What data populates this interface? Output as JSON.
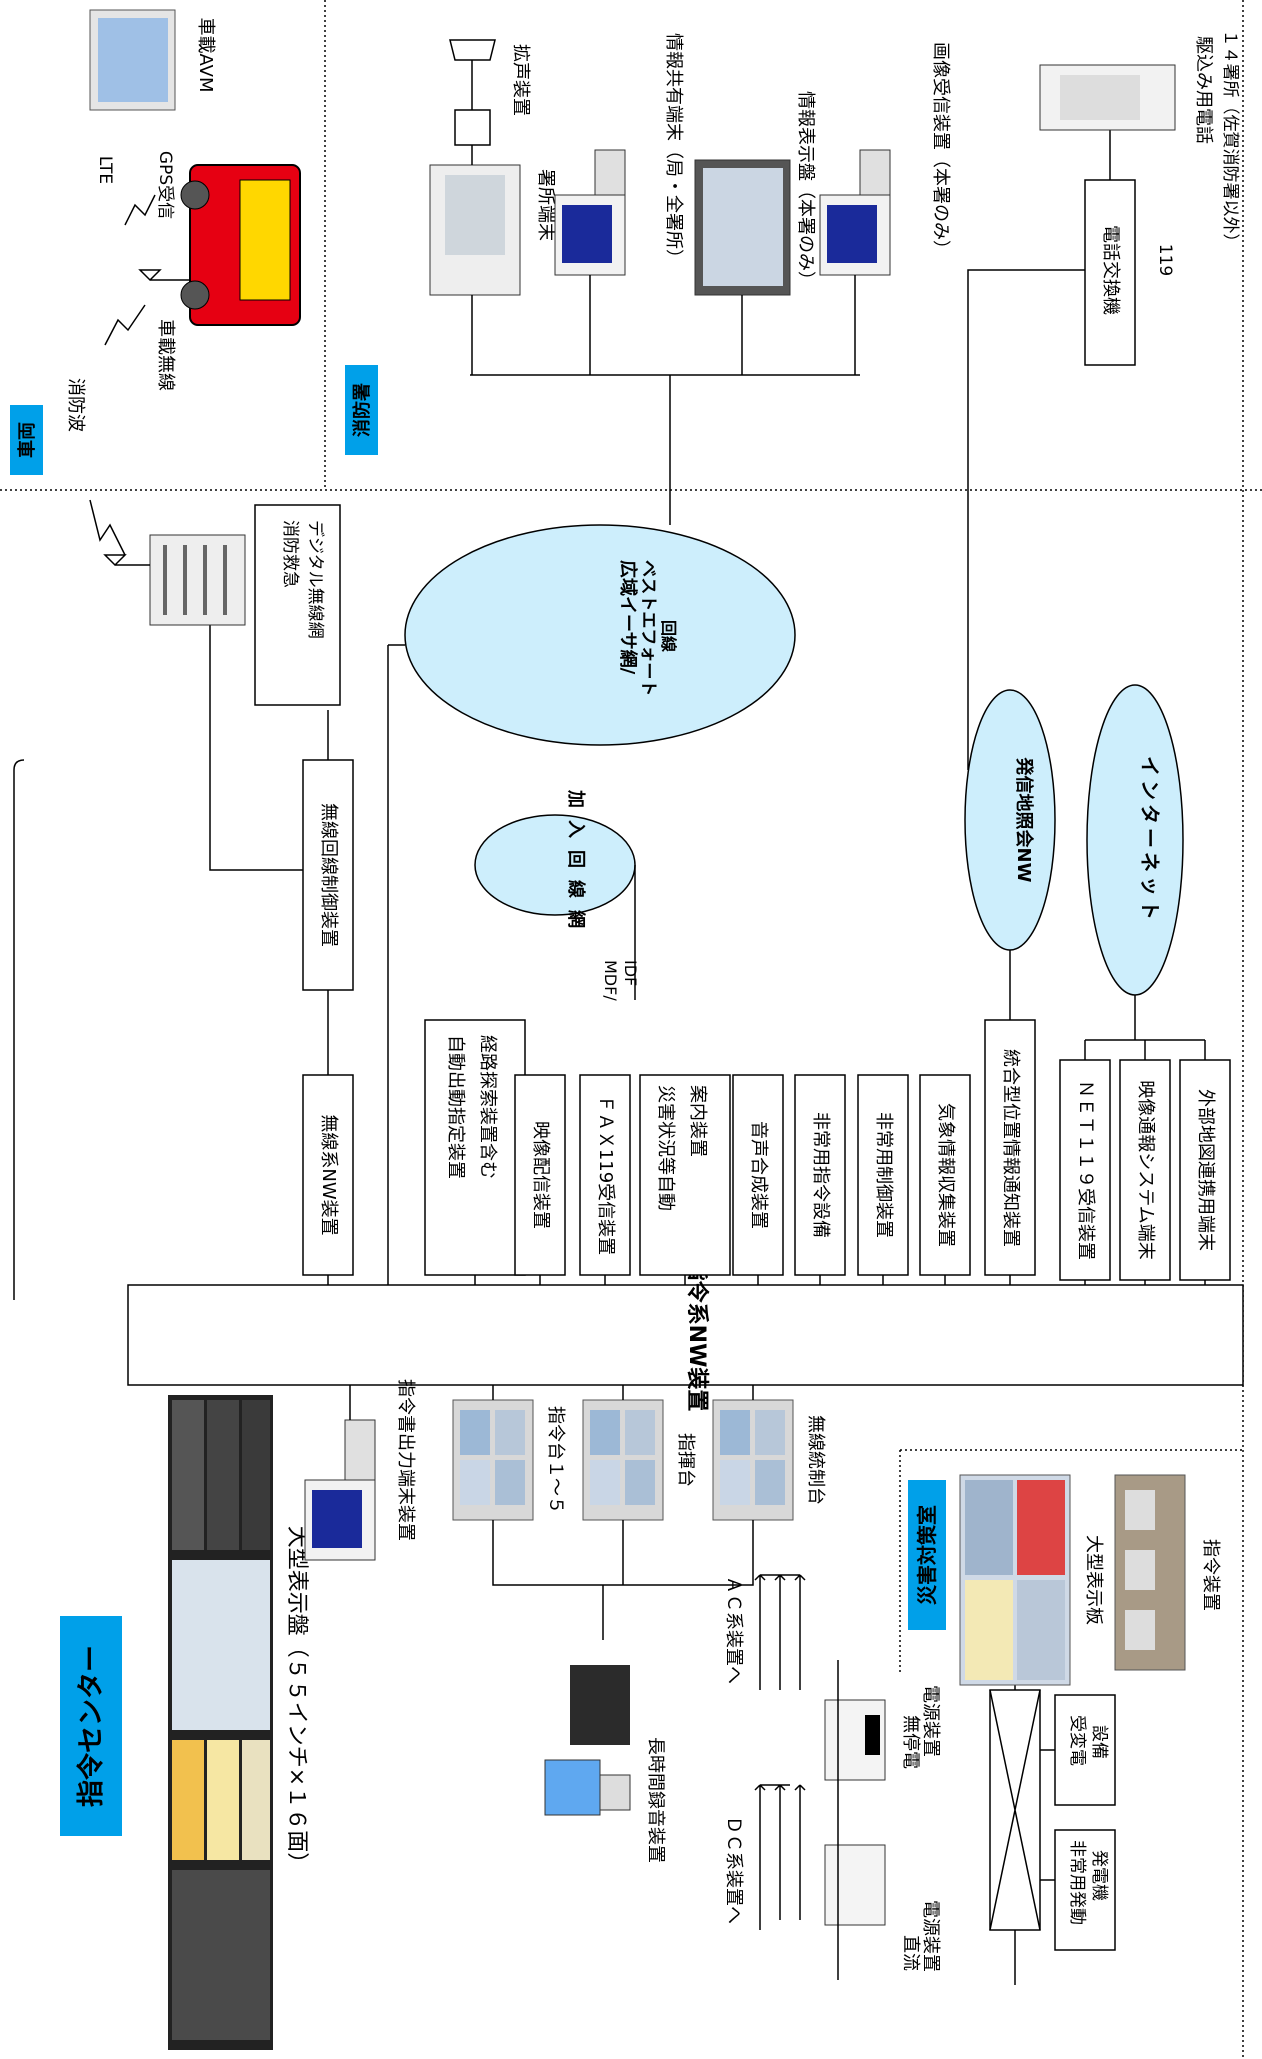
{
  "sections": {
    "command_center": "指令センター",
    "vehicle": "車両",
    "fire_station": "消防署",
    "disaster_room": "災害対策室"
  },
  "networks": {
    "wan": [
      "広域イーサ網/",
      "ベストエフォート",
      "回線"
    ],
    "subscriber": "加入回線網",
    "caller_location": "発信地照会NW",
    "internet": "インターネット"
  },
  "command_nw": "指令系NW装置",
  "devices": {
    "large_display": "大型表示盤（５５インチ×１６面）",
    "order_printer": "指令書出力端末装置",
    "console_1_5": "指令台１～５",
    "command_console": "指揮台",
    "radio_console": "無線統制台",
    "long_recorder": "長時間録音装置",
    "dc_power": [
      "直流",
      "電源装置"
    ],
    "ups_power": [
      "無停電",
      "電源装置"
    ],
    "dc_to": "ＤＣ系装置へ",
    "ac_to": "ＡＣ系装置へ",
    "substation": [
      "受変電",
      "設備"
    ],
    "generator": [
      "非常用発動",
      "発電機"
    ],
    "radio_nw": "無線系NW装置",
    "radio_ctrl": "無線回線制御装置",
    "digital_radio": [
      "消防救急",
      "デジタル無線網"
    ],
    "mdf": [
      "MDF/",
      "IDF"
    ],
    "dispatch": [
      "自動出動指定装置",
      "経路探索装置含む"
    ],
    "video_dist": "映像配信装置",
    "fax119": "ＦＡＸ119受信装置",
    "auto_guide": [
      "災害状況等自動",
      "案内装置"
    ],
    "voice_synth": "音声合成装置",
    "emergency_cmd": "非常用指令設備",
    "emergency_ctrl": "非常用制御装置",
    "weather": "気象情報収集装置",
    "location_notify": "統合型位置情報通知装置",
    "net119": "ＮＥＴ１１９受信装置",
    "video_report": "映像通報システム端末",
    "external_map": "外部地図連携用端末",
    "dr_large_display": "大型表示板",
    "dr_command": "指令装置",
    "station_terminal": "署所端末",
    "info_share": "情報共有端末（局・全署所）",
    "info_display": "情報表示盤（本署のみ）",
    "image_receiver": "画像受信装置（本署のみ）",
    "loudspeaker": "拡声装置",
    "phone_exchange": "電話交換機",
    "phone_119": "119",
    "rush_phone": "駆込み用電話",
    "rush_phone_note": "１４署所（佐賀消防署以外）",
    "fire_wave": "消防波",
    "vehicle_radio": "車載無線",
    "gps": "GPS受信",
    "lte": "LTE",
    "vehicle_avm": "車載AVM"
  },
  "colors": {
    "label_bg": "#00a0e9",
    "cloud_fill": "#cdeefc"
  }
}
